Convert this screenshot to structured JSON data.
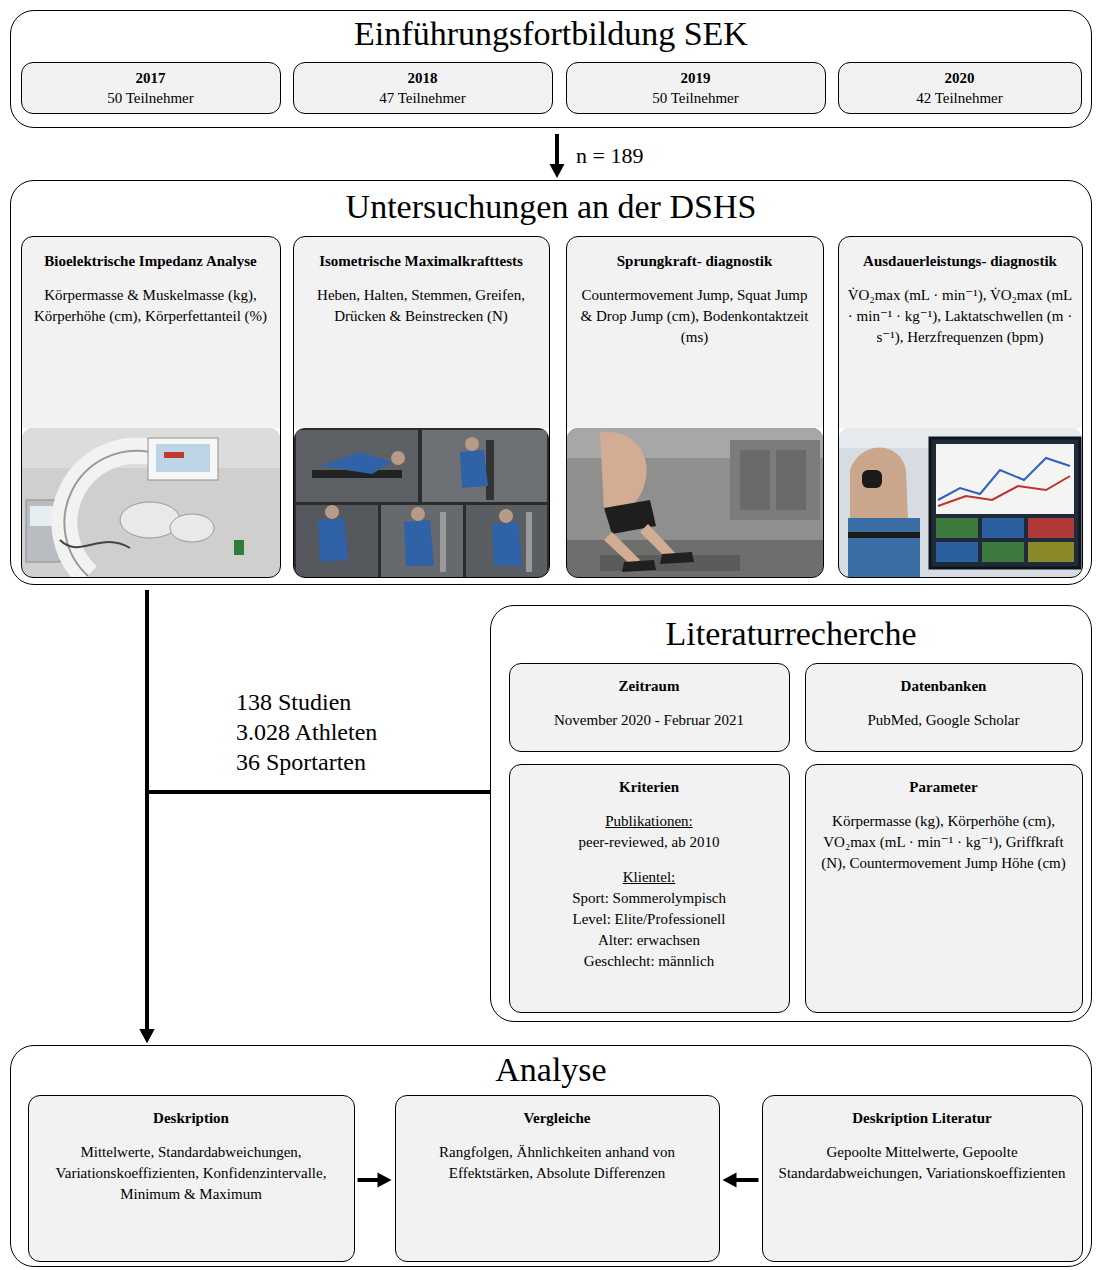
{
  "diagram": {
    "nodes": [
      {
        "text": [
          "Einführungsfortbildung SEK"
        ]
      },
      {
        "text": [
          "2017",
          "50 Teilnehmer"
        ],
        "in": 0
      },
      {
        "text": [
          "2018",
          "47 Teilnehmer"
        ],
        "in": 0
      },
      {
        "text": [
          "2019",
          "50 Teilnehmer"
        ],
        "in": 0
      },
      {
        "text": [
          "2020",
          "42 Teilnehmer"
        ],
        "in": 0
      },
      {
        "text": [
          "Untersuchungen an der DSHS"
        ]
      },
      {
        "text": [
          "Bioelektrische Impedanz Analyse",
          "Körpermasse & Muskelmasse (kg), Körperhöhe (cm), Körperfettanteil (%)"
        ],
        "in": 5
      },
      {
        "text": [
          "Isometrische Maximalkrafttests",
          "Heben, Halten, Stemmen, Greifen, Drücken & Beinstrecken (N)"
        ],
        "in": 5
      },
      {
        "text": [
          "Sprungkraft- diagnostik",
          "Countermovement Jump, Squat Jump & Drop Jump (cm), Bodenkontaktzeit (ms)"
        ],
        "in": 5
      },
      {
        "text": [
          "Ausdauerleistungs- diagnostik",
          "V̇O₂max (mL · min⁻¹), V̇O₂max (mL · min⁻¹ · kg⁻¹), Laktatschwellen (m · s⁻¹), Herzfrequenzen (bpm)"
        ],
        "in": 5
      },
      {
        "text": [
          "Literaturrecherche"
        ]
      },
      {
        "text": [
          "Zeitraum",
          "November 2020 - Februar 2021"
        ],
        "in": 10
      },
      {
        "text": [
          "Datenbanken",
          "PubMed, Google Scholar"
        ],
        "in": 10
      },
      {
        "text": [
          "Kriterien",
          "Publikationen:",
          "peer-reviewed, ab 2010",
          "Klientel:",
          "Sport: Sommerolympisch",
          "Level: Elite/Professionell",
          "Alter: erwachsen",
          "Geschlecht: männlich"
        ],
        "in": 10
      },
      {
        "text": [
          "Parameter",
          "Körpermasse (kg), Körperhöhe (cm), VO₂max (mL · min⁻¹ · kg⁻¹), Griffkraft (N), Countermovement Jump Höhe (cm)"
        ],
        "in": 10
      },
      {
        "text": [
          "Analyse"
        ]
      },
      {
        "text": [
          "Deskription",
          "Mittelwerte, Standardabweichungen, Variationskoeffizienten, Konfidenzintervalle, Minimum & Maximum"
        ],
        "in": 15
      },
      {
        "text": [
          "Vergleiche",
          "Rangfolgen, Ähnlichkeiten anhand von Effektstärken, Absolute Differenzen"
        ],
        "in": 15
      },
      {
        "text": [
          "Deskription Literatur",
          "Gepoolte Mittelwerte, Gepoolte Standardabweichungen, Variationskoeffizienten"
        ],
        "in": 15
      }
    ],
    "edges": [
      {
        "from": 0,
        "to": 5,
        "label": "n = 189",
        "arrow": "to"
      },
      {
        "from": 5,
        "to": 15,
        "arrow": "to"
      },
      {
        "from": 10,
        "to": 15,
        "label": "138 Studien 3.028 Athleten 36 Sportarten",
        "arrow": "to"
      },
      {
        "from": 16,
        "to": 17,
        "arrow": "to"
      },
      {
        "from": 18,
        "to": 17,
        "arrow": "to"
      }
    ]
  }
}
